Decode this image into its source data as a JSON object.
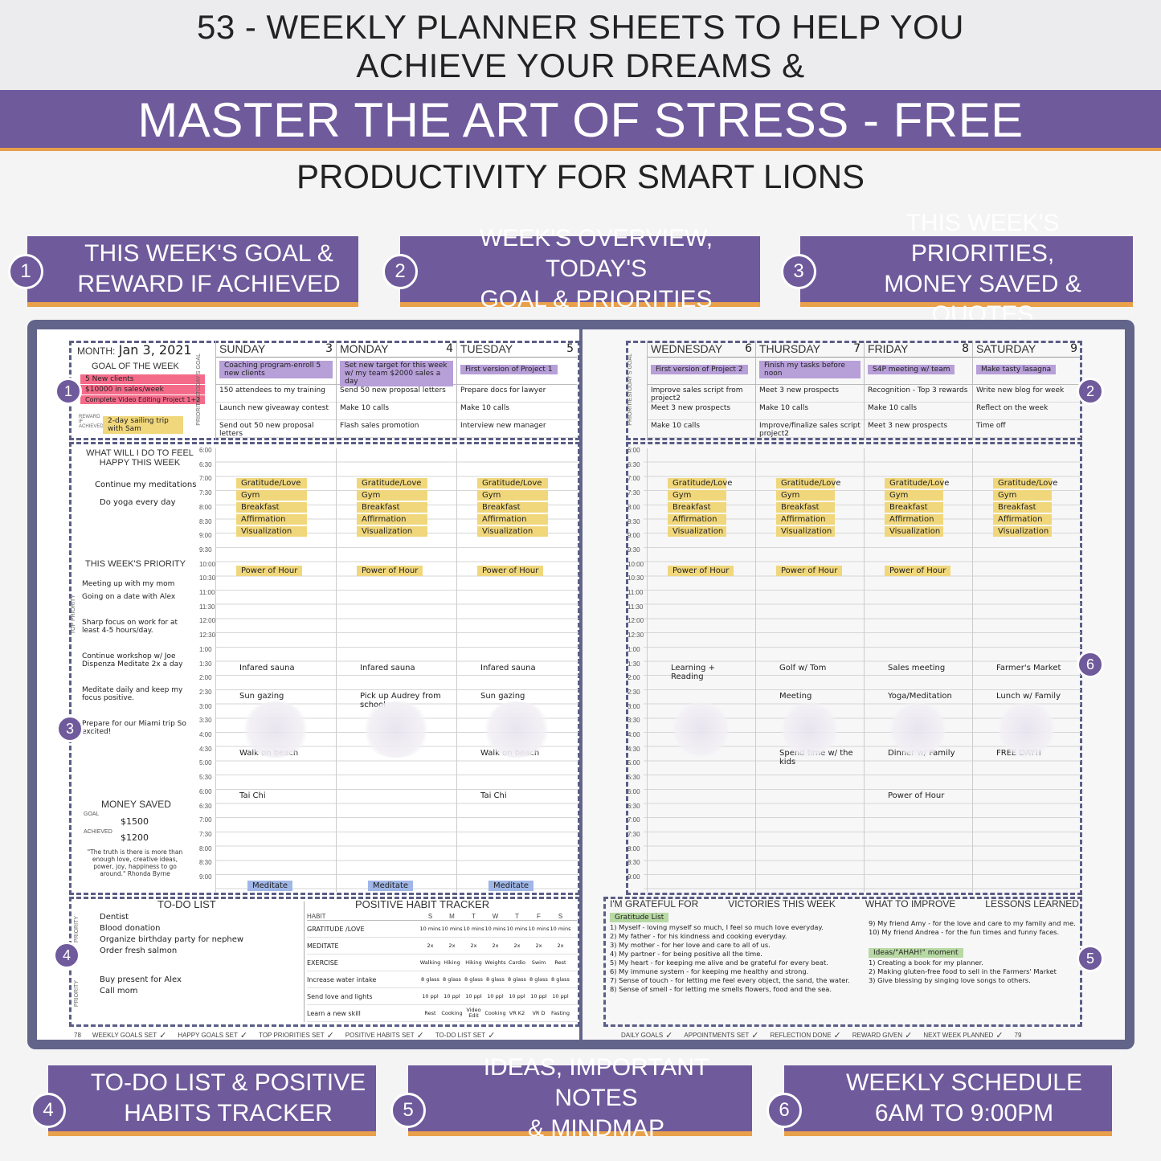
{
  "header": {
    "line1": "53 - WEEKLY PLANNER SHEETS TO HELP YOU",
    "line2": "ACHIEVE YOUR DREAMS &",
    "banner": "MASTER THE ART OF STRESS - FREE",
    "subtitle": "PRODUCTIVITY FOR SMART LIONS"
  },
  "features": [
    {
      "num": "1",
      "l1": "THIS WEEK'S GOAL &",
      "l2": "REWARD IF ACHIEVED"
    },
    {
      "num": "2",
      "l1": "WEEK'S OVERVIEW, TODAY'S",
      "l2": "GOAL & PRIORITIES"
    },
    {
      "num": "3",
      "l1": "THIS WEEK'S PRIORITIES,",
      "l2": "MONEY SAVED & QUOTES"
    },
    {
      "num": "4",
      "l1": "TO-DO LIST & POSITIVE",
      "l2": "HABITS TRACKER"
    },
    {
      "num": "5",
      "l1": "IDEAS, IMPORTANT NOTES",
      "l2": "& MINDMAP"
    },
    {
      "num": "6",
      "l1": "WEEKLY SCHEDULE",
      "l2": "6AM TO 9:00PM"
    }
  ],
  "left": {
    "month_label": "MONTH:",
    "month_value": "Jan 3, 2021",
    "goal_title": "GOAL OF THE WEEK",
    "goal_lines": [
      "5 New clients",
      "$10000 in sales/week",
      "Complete Video Editing Project 1+2"
    ],
    "reward_label": "REWARD IF ACHIEVED",
    "reward_value": "2-day sailing trip with Sam",
    "happy_title": "WHAT WILL I DO TO FEEL HAPPY THIS WEEK",
    "happy_lines": [
      "Continue my meditations",
      "Do yoga every day"
    ],
    "priority_title": "THIS WEEK'S PRIORITY",
    "top_priority_label": "TOP PRIORITY",
    "priority_lines": [
      "Meeting up with my mom",
      "Going on a date with Alex",
      "Sharp focus on work for at least 4-5 hours/day.",
      "Continue workshop w/ Joe Dispenza Meditate 2x a day",
      "Meditate daily and keep my focus positive.",
      "Prepare for our Miami trip So excited!"
    ],
    "money_title": "MONEY SAVED",
    "goal_label": "GOAL",
    "goal_amount": "$1500",
    "achieved_label": "ACHIEVED",
    "achieved_amount": "$1200",
    "quote": "\"The truth is there is more than enough love, creative ideas, power, joy, happiness to go around.\" Rhonda Byrne"
  },
  "days_left": [
    {
      "name": "SUNDAY",
      "num": "3",
      "goal": "Coaching program-enroll 5 new clients",
      "p": [
        "150 attendees to my training",
        "Launch new giveaway contest",
        "Send out 50 new proposal letters"
      ],
      "slots": [
        "Gratitude/Love",
        "Gym",
        "Breakfast",
        "Affirmation",
        "Visualization"
      ],
      "power": "Power of Hour",
      "notes": [
        "Infared sauna",
        "Sun gazing",
        "Walk on beach",
        "Tai Chi"
      ],
      "meditate": "Meditate"
    },
    {
      "name": "MONDAY",
      "num": "4",
      "goal": "Set new target for this week w/ my team $2000 sales a day",
      "p": [
        "Send 50 new proposal letters",
        "Make 10 calls",
        "Flash sales promotion"
      ],
      "slots": [
        "Gratitude/Love",
        "Gym",
        "Breakfast",
        "Affirmation",
        "Visualization"
      ],
      "power": "Power of Hour",
      "notes": [
        "Infared sauna",
        "Pick up Audrey from school"
      ],
      "meditate": "Meditate"
    },
    {
      "name": "TUESDAY",
      "num": "5",
      "goal": "First version of Project 1",
      "p": [
        "Prepare docs for lawyer",
        "Make 10 calls",
        "Interview new manager"
      ],
      "slots": [
        "Gratitude/Love",
        "Gym",
        "Breakfast",
        "Affirmation",
        "Visualization"
      ],
      "power": "Power of Hour",
      "notes": [
        "Infared sauna",
        "Sun gazing",
        "Walk on beach",
        "Tai Chi"
      ],
      "meditate": "Meditate"
    }
  ],
  "days_right": [
    {
      "name": "WEDNESDAY",
      "num": "6",
      "goal": "First version of Project 2",
      "p": [
        "Improve sales script from project2",
        "Meet 3 new prospects",
        "Make 10 calls"
      ],
      "slots": [
        "Gratitude/Love",
        "Gym",
        "Breakfast",
        "Affirmation",
        "Visualization"
      ],
      "power": "Power of Hour",
      "notes": [
        "Learning + Reading"
      ]
    },
    {
      "name": "THURSDAY",
      "num": "7",
      "goal": "Finish my tasks before noon",
      "p": [
        "Meet 3 new prospects",
        "Make 10 calls",
        "Improve/finalize sales script project2"
      ],
      "slots": [
        "Gratitude/Love",
        "Gym",
        "Breakfast",
        "Affirmation",
        "Visualization"
      ],
      "power": "Power of Hour",
      "notes": [
        "Golf w/ Tom",
        "Meeting",
        "Spend time w/ the kids"
      ]
    },
    {
      "name": "FRIDAY",
      "num": "8",
      "goal": "S4P meeting w/ team",
      "p": [
        "Recognition - Top 3 rewards",
        "Make 10 calls",
        "Meet 3 new prospects"
      ],
      "slots": [
        "Gratitude/Love",
        "Gym",
        "Breakfast",
        "Affirmation",
        "Visualization"
      ],
      "power": "Power of Hour",
      "notes": [
        "Sales meeting",
        "Yoga/Meditation",
        "Dinner w/ Family",
        "Power of Hour"
      ]
    },
    {
      "name": "SATURDAY",
      "num": "9",
      "goal": "Make tasty lasagna",
      "p": [
        "Write new blog for week",
        "Reflect on the week",
        "Time off"
      ],
      "slots": [
        "Gratitude/Love",
        "Gym",
        "Breakfast",
        "Affirmation",
        "Visualization"
      ],
      "power": "",
      "notes": [
        "Farmer's Market",
        "Lunch w/ Family",
        "FREE DAY!!"
      ]
    }
  ],
  "times": [
    "6:00",
    "6:30",
    "7:00",
    "7:30",
    "8:00",
    "8:30",
    "9:00",
    "9:30",
    "10:00",
    "10:30",
    "11:00",
    "11:30",
    "12:00",
    "12:30",
    "1:00",
    "1:30",
    "2:00",
    "2:30",
    "3:00",
    "3:30",
    "4:00",
    "4:30",
    "5:00",
    "5:30",
    "6:00",
    "6:30",
    "7:00",
    "7:30",
    "8:00",
    "8:30",
    "9:00"
  ],
  "todo": {
    "title": "TO-DO LIST",
    "priority_label": "PRIORITY",
    "items": [
      "Dentist",
      "Blood donation",
      "Organize birthday party for nephew",
      "Order fresh salmon",
      "Buy present for Alex",
      "Call mom"
    ]
  },
  "habits": {
    "title": "POSITIVE HABIT TRACKER",
    "habit_label": "HABIT",
    "days": [
      "S",
      "M",
      "T",
      "W",
      "T",
      "F",
      "S"
    ],
    "rows": [
      {
        "name": "GRATITUDE /LOVE",
        "cells": [
          "10 mins",
          "10 mins",
          "10 mins",
          "10 mins",
          "10 mins",
          "10 mins",
          "10 mins"
        ]
      },
      {
        "name": "MEDITATE",
        "cells": [
          "2x",
          "2x",
          "2x",
          "2x",
          "2x",
          "2x",
          "2x"
        ]
      },
      {
        "name": "EXERCISE",
        "cells": [
          "Walking",
          "Hiking",
          "Hiking",
          "Weights",
          "Cardio",
          "Swim",
          "Rest"
        ]
      },
      {
        "name": "Increase water intake",
        "cells": [
          "8 glass",
          "8 glass",
          "8 glass",
          "8 glass",
          "8 glass",
          "8 glass",
          "8 glass"
        ]
      },
      {
        "name": "Send love and lights",
        "cells": [
          "10 ppl",
          "10 ppl",
          "10 ppl",
          "10 ppl",
          "10 ppl",
          "10 ppl",
          "10 ppl"
        ]
      },
      {
        "name": "Learn a new skill",
        "cells": [
          "Rest",
          "Cooking",
          "Video Edit",
          "Cooking",
          "VR K2",
          "VR D",
          "Fasting"
        ]
      }
    ]
  },
  "reflection": {
    "headers": [
      "I'M GRATEFUL FOR",
      "VICTORIES THIS WEEK",
      "WHAT TO IMPROVE",
      "LESSONS LEARNED"
    ],
    "grateful_tag": "Gratitude List",
    "grateful": [
      "1) Myself - loving myself so much, I feel so much love everyday.",
      "2) My father - for his kindness and cooking everyday.",
      "3) My mother - for her love and care to all of us.",
      "4) My partner - for being positive all the time.",
      "5) My heart - for keeping me alive and be grateful for every beat.",
      "6) My immune system - for keeping me healthy and strong.",
      "7) Sense of touch - for letting me feel every object, the sand, the water.",
      "8) Sense of smell - for letting me smells flowers, food and the sea."
    ],
    "grateful2": [
      "9) My friend Amy - for the love and care to my family and me.",
      "10) My friend Andrea - for the fun times and funny faces."
    ],
    "ideas_tag": "Ideas/\"AHAH!\" moment",
    "ideas": [
      "1) Creating a book for my planner.",
      "2) Making gluten-free food to sell in the Farmers' Market",
      "3) Give blessing by singing love songs to others."
    ]
  },
  "footer_left": {
    "page": "78",
    "items": [
      "WEEKLY GOALS SET",
      "HAPPY GOALS SET",
      "TOP PRIORITIES SET",
      "POSITIVE HABITS SET",
      "TO-DO LIST SET"
    ]
  },
  "footer_right": {
    "page": "79",
    "items": [
      "DAILY GOALS",
      "APPOINTMENTS SET",
      "REFLECTION DONE",
      "REWARD GIVEN",
      "NEXT WEEK PLANNED"
    ]
  },
  "misc": {
    "todays_goal": "TODAY'S GOAL",
    "priorities": "PRIORITIES"
  },
  "colors": {
    "purple": "#6f5a9c",
    "orange": "#e8a04a",
    "cover": "#63648a",
    "yellow": "#f0d77c",
    "lavender": "#b79fd8"
  }
}
